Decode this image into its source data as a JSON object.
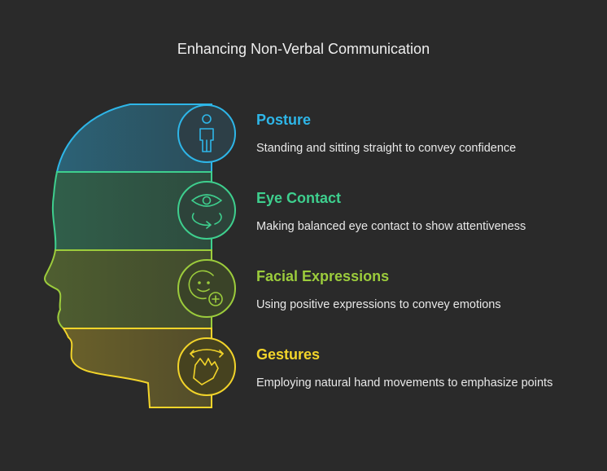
{
  "title": "Enhancing Non-Verbal Communication",
  "items": [
    {
      "heading": "Posture",
      "description": "Standing and sitting straight to convey confidence",
      "color": "#2eb6e8",
      "icon": "standing-person-icon"
    },
    {
      "heading": "Eye Contact",
      "description": "Making balanced eye contact to show attentiveness",
      "color": "#3ecf8e",
      "icon": "eye-cycle-icon"
    },
    {
      "heading": "Facial Expressions",
      "description": "Using positive expressions to convey emotions",
      "color": "#9ccc3c",
      "icon": "smile-plus-icon"
    },
    {
      "heading": "Gestures",
      "description": "Employing natural hand movements to emphasize points",
      "color": "#f2d42a",
      "icon": "waving-hand-icon"
    }
  ]
}
